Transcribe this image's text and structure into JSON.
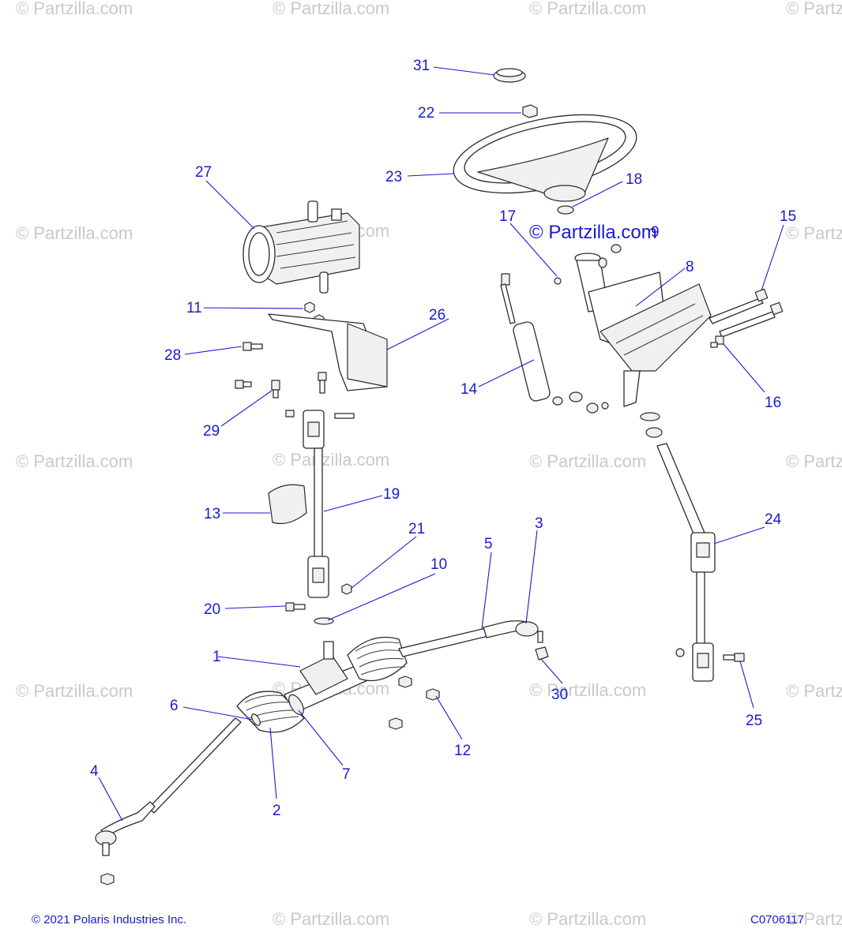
{
  "watermark_text": "© Partzilla.com",
  "brand_text": "© Partzilla.com",
  "copyright": "© 2021 Polaris Industries Inc.",
  "diagram_code": "C0706117",
  "callouts": [
    "1",
    "2",
    "3",
    "4",
    "5",
    "6",
    "7",
    "8",
    "9",
    "10",
    "11",
    "12",
    "13",
    "14",
    "15",
    "16",
    "17",
    "18",
    "19",
    "20",
    "21",
    "22",
    "23",
    "24",
    "25",
    "26",
    "27",
    "28",
    "29",
    "30",
    "31"
  ],
  "colors": {
    "callout": "#1a1ad0",
    "watermark": "#c9c9c9",
    "line_art": "#2b2b2b"
  }
}
